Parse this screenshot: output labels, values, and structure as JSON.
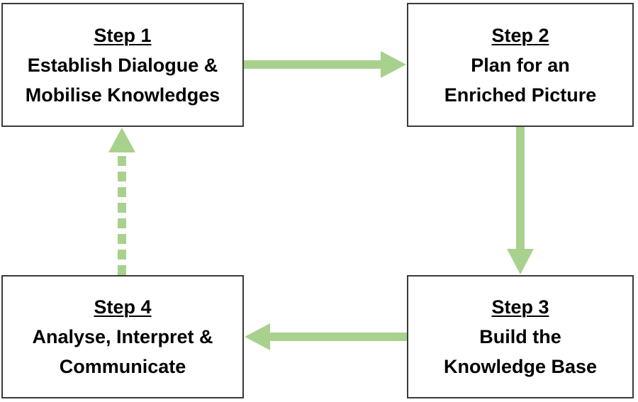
{
  "colors": {
    "arrow": "#a9d18e",
    "box_border": "#3a3a3a",
    "text": "#000000"
  },
  "steps": [
    {
      "heading": "Step 1",
      "line1": "Establish Dialogue &",
      "line2": "Mobilise Knowledges"
    },
    {
      "heading": "Step 2",
      "line1": "Plan for an",
      "line2": "Enriched Picture"
    },
    {
      "heading": "Step 3",
      "line1": "Build the",
      "line2": "Knowledge Base"
    },
    {
      "heading": "Step 4",
      "line1": "Analyse, Interpret &",
      "line2": "Communicate"
    }
  ],
  "connections": [
    {
      "from": "Step 1",
      "to": "Step 2",
      "style": "solid"
    },
    {
      "from": "Step 2",
      "to": "Step 3",
      "style": "solid"
    },
    {
      "from": "Step 3",
      "to": "Step 4",
      "style": "solid"
    },
    {
      "from": "Step 4",
      "to": "Step 1",
      "style": "dashed"
    }
  ]
}
